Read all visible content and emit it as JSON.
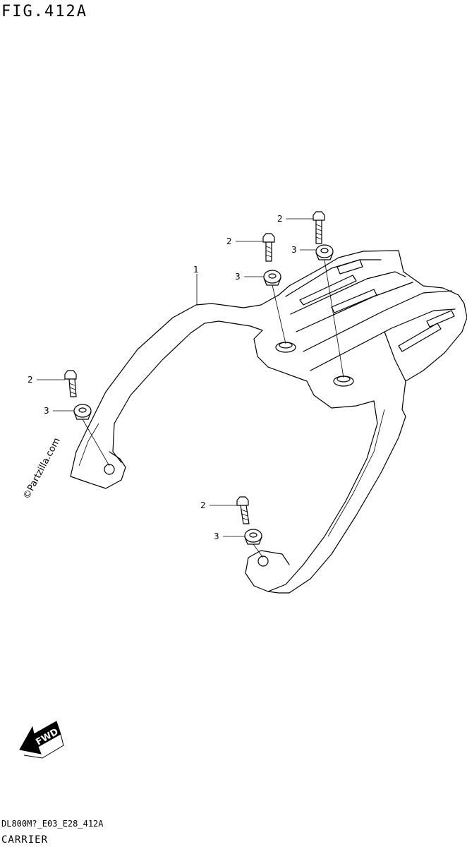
{
  "figure": {
    "title": "FIG.412A",
    "drawing_code": "DL800M?_E03_E28_412A",
    "name": "CARRIER"
  },
  "callouts": [
    {
      "number": "1",
      "part": "carrier"
    },
    {
      "number": "2",
      "part": "bolt"
    },
    {
      "number": "3",
      "part": "washer"
    }
  ],
  "watermark": "©Partzilla.com",
  "direction_label": "FWD"
}
